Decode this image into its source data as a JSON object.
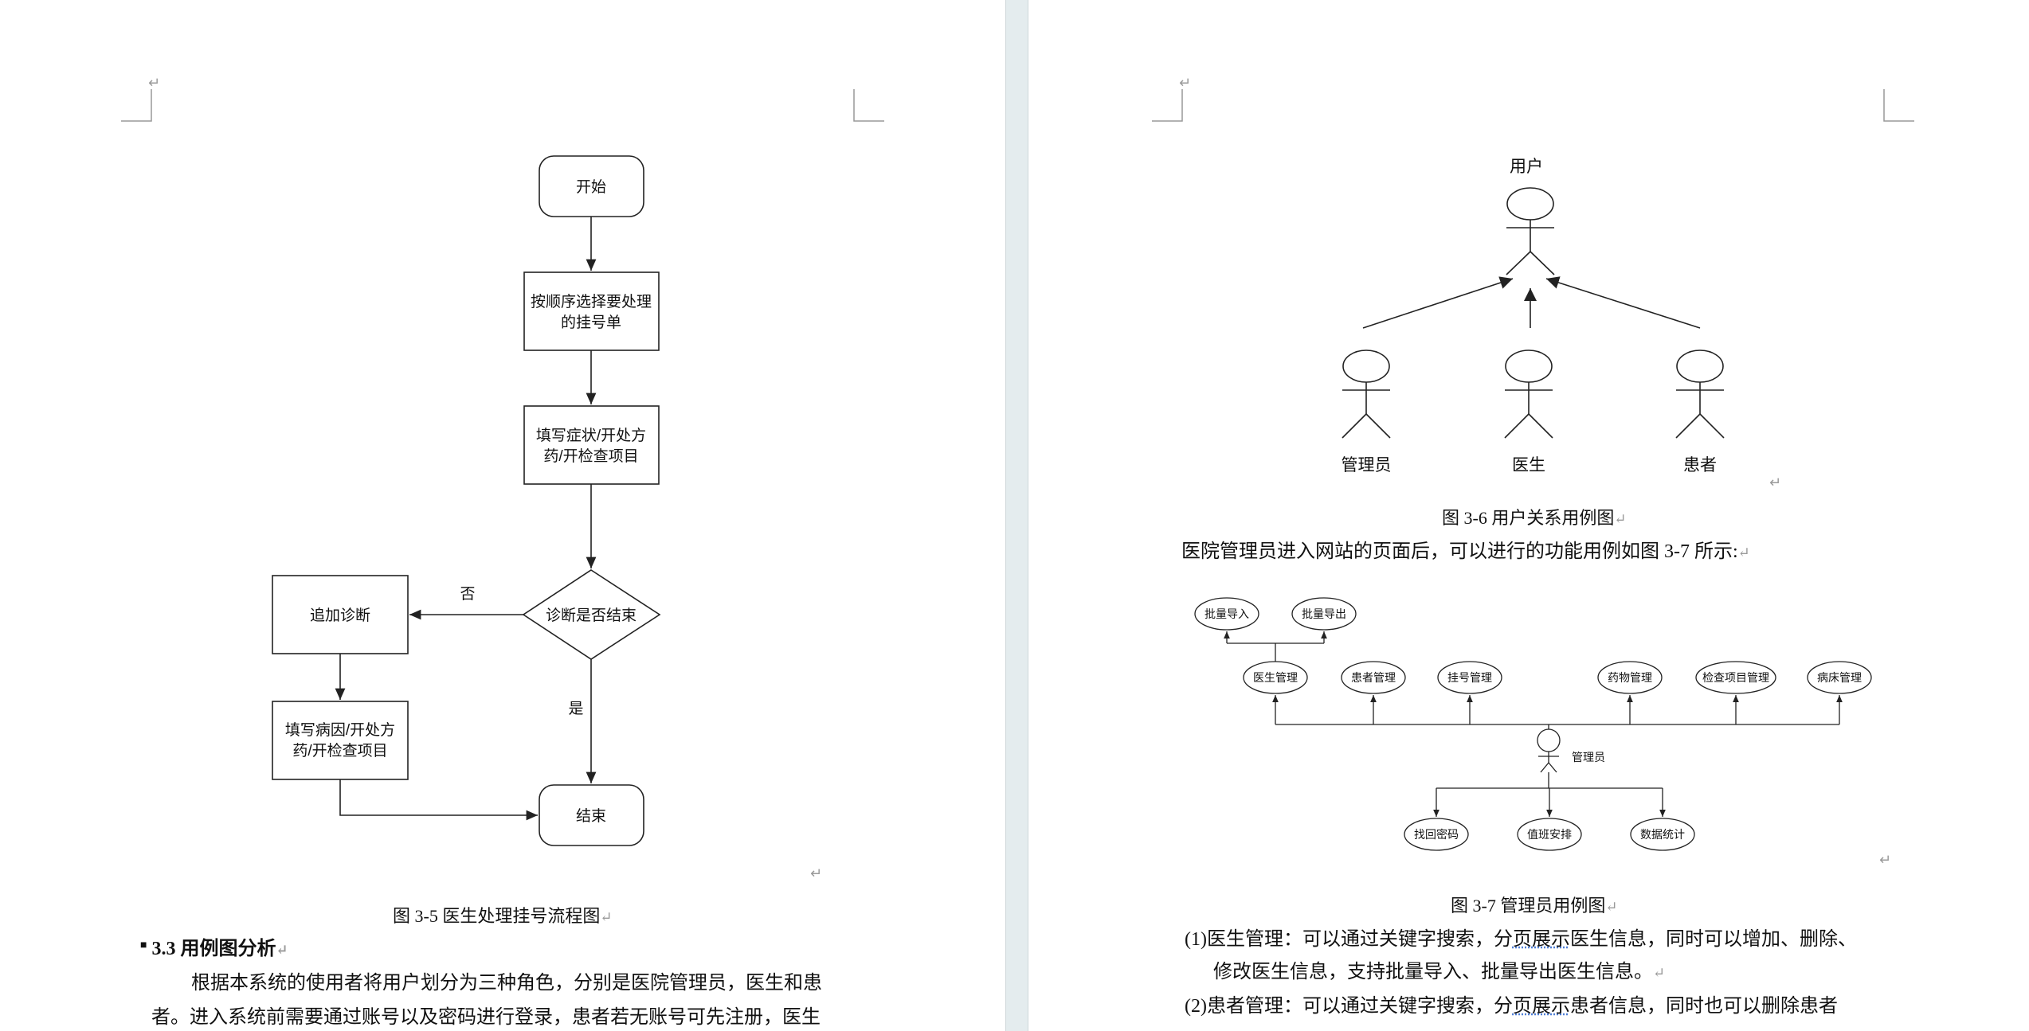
{
  "paragraph_mark": "↵",
  "left_page": {
    "flowchart": {
      "start": "开始",
      "step1": [
        "按顺序选择要处理",
        "的挂号单"
      ],
      "step2": [
        "填写症状/开处方",
        "药/开检查项目"
      ],
      "decision": "诊断是否结束",
      "no_label": "否",
      "yes_label": "是",
      "add_diagnosis": "追加诊断",
      "step3": [
        "填写病因/开处方",
        "药/开检查项目"
      ],
      "end": "结束"
    },
    "caption": "图 3-5  医生处理挂号流程图",
    "heading": "3.3  用例图分析",
    "paragraph_lines": [
      "根据本系统的使用者将用户划分为三种角色，分别是医院管理员，医生和患",
      "者。进入系统前需要通过账号以及密码进行登录，患者若无账号可先注册，医生"
    ]
  },
  "right_page": {
    "user_diagram": {
      "top_actor": "用户",
      "actors": [
        "管理员",
        "医生",
        "患者"
      ]
    },
    "caption1": "图 3-6  用户关系用例图",
    "intro": "医院管理员进入网站的页面后，可以进行的功能用例如图 3-7 所示:",
    "admin_diagram": {
      "top_ellipses": [
        "批量导入",
        "批量导出"
      ],
      "mid_ellipses": [
        "医生管理",
        "患者管理",
        "挂号管理",
        "药物管理",
        "检查项目管理",
        "病床管理"
      ],
      "actor": "管理员",
      "bottom_ellipses": [
        "找回密码",
        "值班安排",
        "数据统计"
      ]
    },
    "caption2": "图 3-7  管理员用例图",
    "items": [
      {
        "pre": "(1)医生管理：可以通过关键字搜索，分",
        "link": "页展示",
        "post": "医生信息，同时可以增加、删除、"
      },
      {
        "cont": "修改医生信息，支持批量导入、批量导出医生信息。"
      },
      {
        "pre": "(2)患者管理：可以通过关键字搜索，分",
        "link": "页展示",
        "post": "患者信息，同时也可以删除患者"
      }
    ]
  }
}
